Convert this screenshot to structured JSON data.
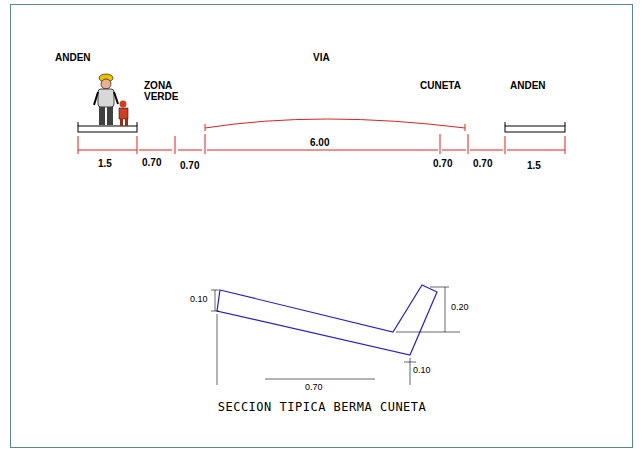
{
  "diagram": {
    "labels": [
      "ANDEN",
      "ZONA VERDE",
      "VIA",
      "CUNETA",
      "ANDEN",
      "1.5",
      "0.70",
      "0.70",
      "6.00",
      "0.70",
      "0.70",
      "1.5",
      "0.10",
      "0.20",
      "0.70",
      "0.10",
      "SECCION TIPICA BERMA CUNETA"
    ]
  }
}
